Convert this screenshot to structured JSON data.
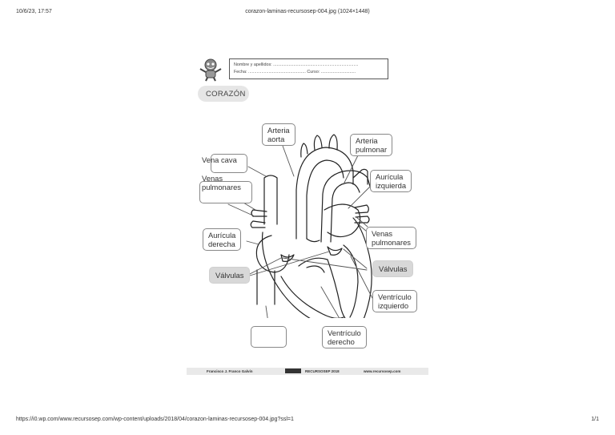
{
  "browser": {
    "datetime": "10/6/23, 17:57",
    "title": "corazon-laminas-recursosep-004.jpg (1024×1448)",
    "url": "https://i0.wp.com/www.recursosep.com/wp-content/uploads/2018/04/corazon-laminas-recursosep-004.jpg?ssl=1",
    "page_count": "1/1"
  },
  "worksheet": {
    "name_line": "Nombre y apellidos: .......................................................................",
    "date_line": "Fecha: ................................................ Curso: .............................",
    "title": "CORAZÓN",
    "labels": {
      "arteria_aorta_1": "Arteria",
      "arteria_aorta_2": "aorta",
      "arteria_pulmonar_1": "Arteria",
      "arteria_pulmonar_2": "pulmonar",
      "vena_cava": "Vena cava",
      "venas_pulmonares_left_1": "Venas",
      "venas_pulmonares_left_2": "pulmonares",
      "auricula_izquierda_1": "Aurícula",
      "auricula_izquierda_2": "izquierda",
      "auricula_derecha_1": "Aurícula",
      "auricula_derecha_2": "derecha",
      "venas_pulmonares_right_1": "Venas",
      "venas_pulmonares_right_2": "pulmonares",
      "valvulas_left": "Válvulas",
      "valvulas_right": "Válvulas",
      "ventriculo_izquierdo_1": "Ventrículo",
      "ventriculo_izquierdo_2": "izquierdo",
      "ventriculo_derecho_1": "Ventrículo",
      "ventriculo_derecho_2": "derecho",
      "empty_box": ""
    },
    "footer": {
      "author": "Francisco J. Franco Galvín",
      "brand": "RECURSOSEP 2018",
      "website": "www.recursosep.com"
    }
  }
}
